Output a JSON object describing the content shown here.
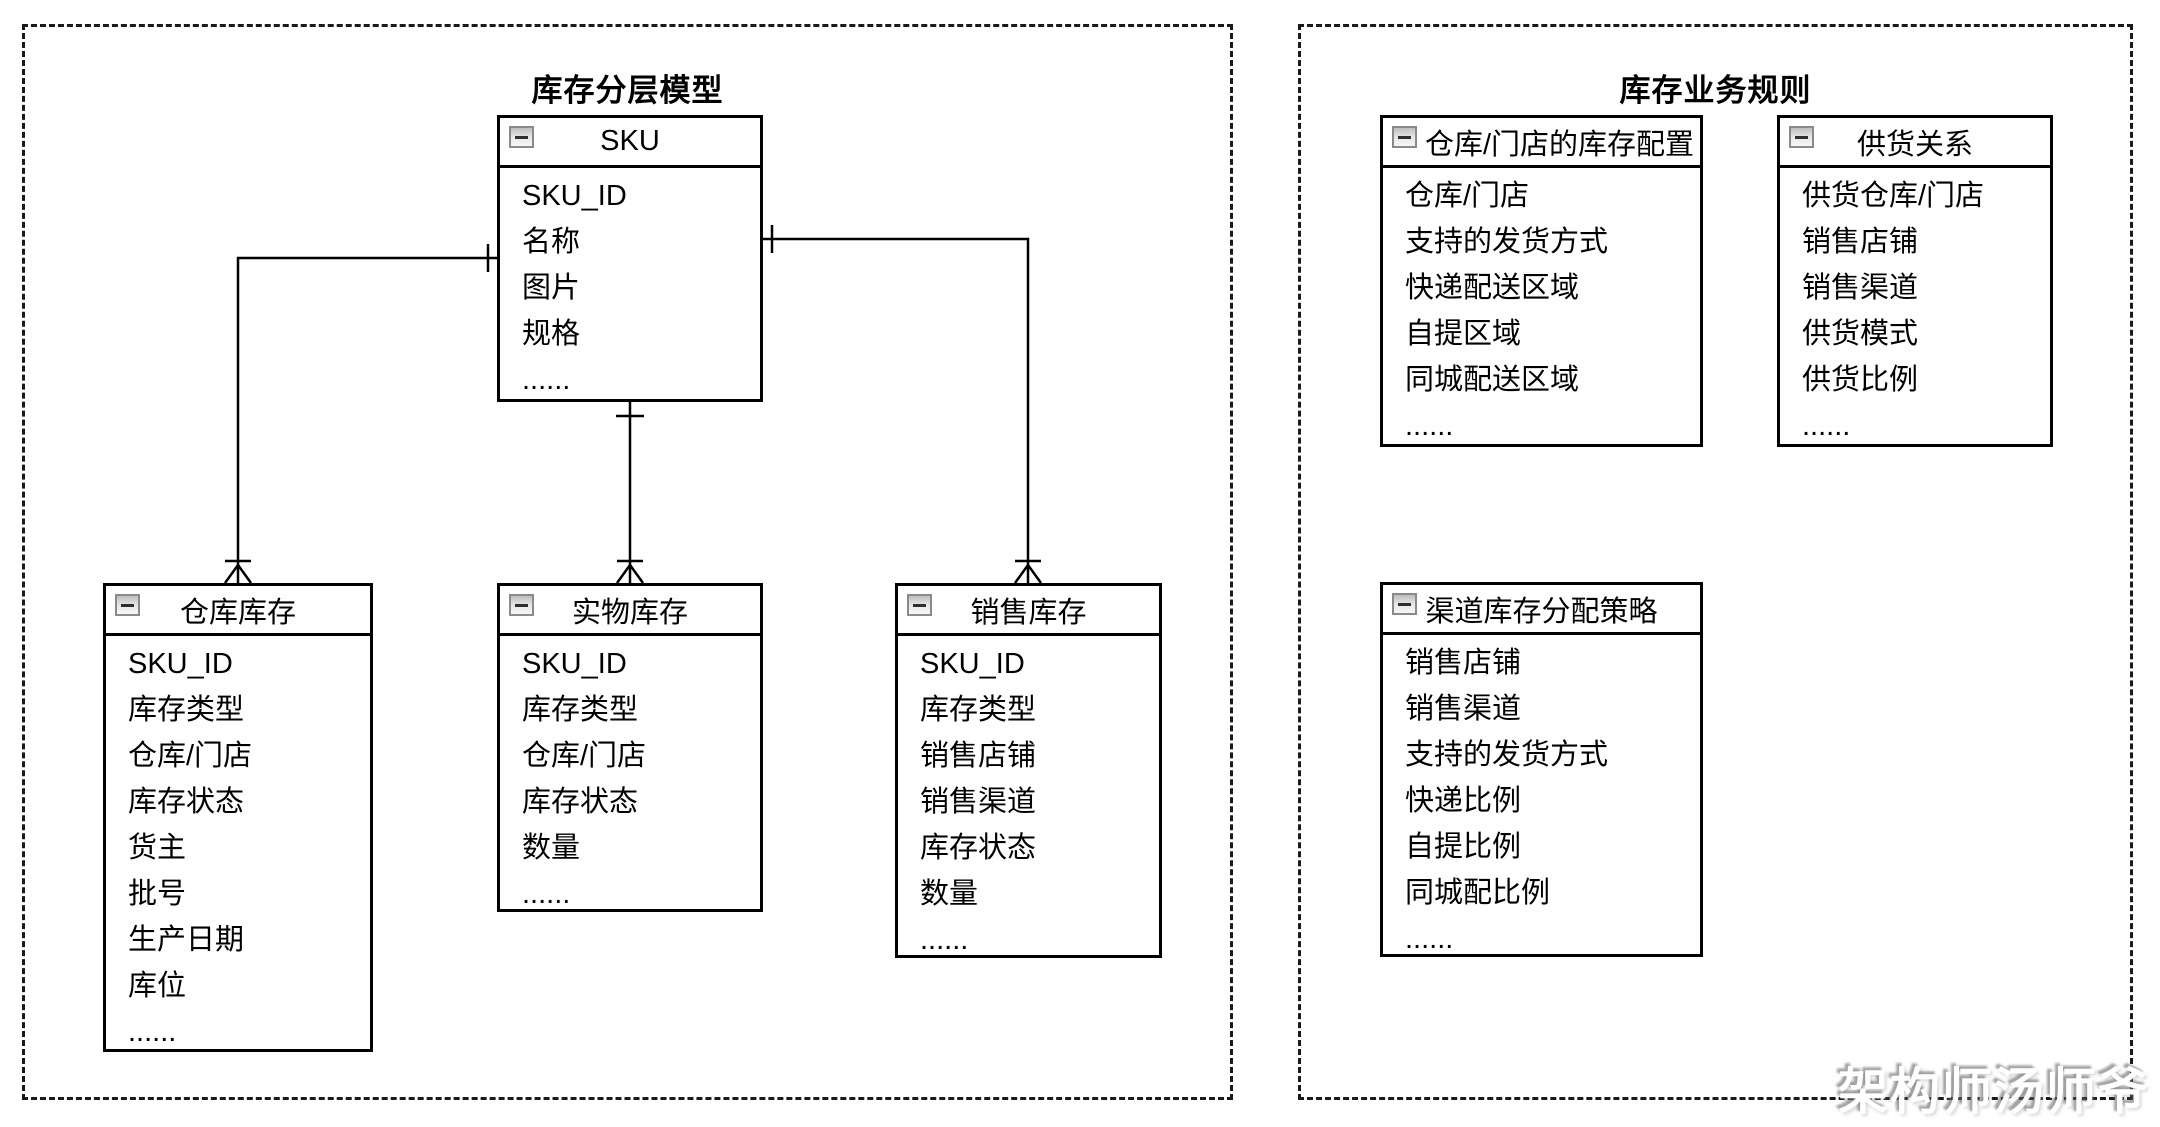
{
  "colors": {
    "line": "#000000",
    "background": "#ffffff",
    "collapse_icon_fill": "#d9d9d9",
    "watermark_shadow": "#8a8a8a"
  },
  "panels": [
    {
      "title": "库存分层模型",
      "entities": [
        {
          "title": "SKU",
          "fields": [
            "SKU_ID",
            "名称",
            "图片",
            "规格",
            "......"
          ]
        },
        {
          "title": "仓库库存",
          "fields": [
            "SKU_ID",
            "库存类型",
            "仓库/门店",
            "库存状态",
            "货主",
            "批号",
            "生产日期",
            "库位",
            "......"
          ]
        },
        {
          "title": "实物库存",
          "fields": [
            "SKU_ID",
            "库存类型",
            "仓库/门店",
            "库存状态",
            "数量",
            "......"
          ]
        },
        {
          "title": "销售库存",
          "fields": [
            "SKU_ID",
            "库存类型",
            "销售店铺",
            "销售渠道",
            "库存状态",
            "数量",
            "......"
          ]
        }
      ]
    },
    {
      "title": "库存业务规则",
      "entities": [
        {
          "title": "仓库/门店的库存配置",
          "fields": [
            "仓库/门店",
            "支持的发货方式",
            "快递配送区域",
            "自提区域",
            "同城配送区域",
            "......"
          ]
        },
        {
          "title": "供货关系",
          "fields": [
            "供货仓库/门店",
            "销售店铺",
            "销售渠道",
            "供货模式",
            "供货比例",
            "......"
          ]
        },
        {
          "title": "渠道库存分配策略",
          "fields": [
            "销售店铺",
            "销售渠道",
            "支持的发货方式",
            "快递比例",
            "自提比例",
            "同城配比例",
            "......"
          ]
        }
      ]
    }
  ],
  "relationships": [
    {
      "from": "SKU",
      "to": "仓库库存",
      "cardinality": "one-to-many"
    },
    {
      "from": "SKU",
      "to": "实物库存",
      "cardinality": "one-to-many"
    },
    {
      "from": "SKU",
      "to": "销售库存",
      "cardinality": "one-to-many"
    }
  ],
  "icons": {
    "collapse": "minus-icon"
  },
  "watermark": "架构师汤师爷"
}
